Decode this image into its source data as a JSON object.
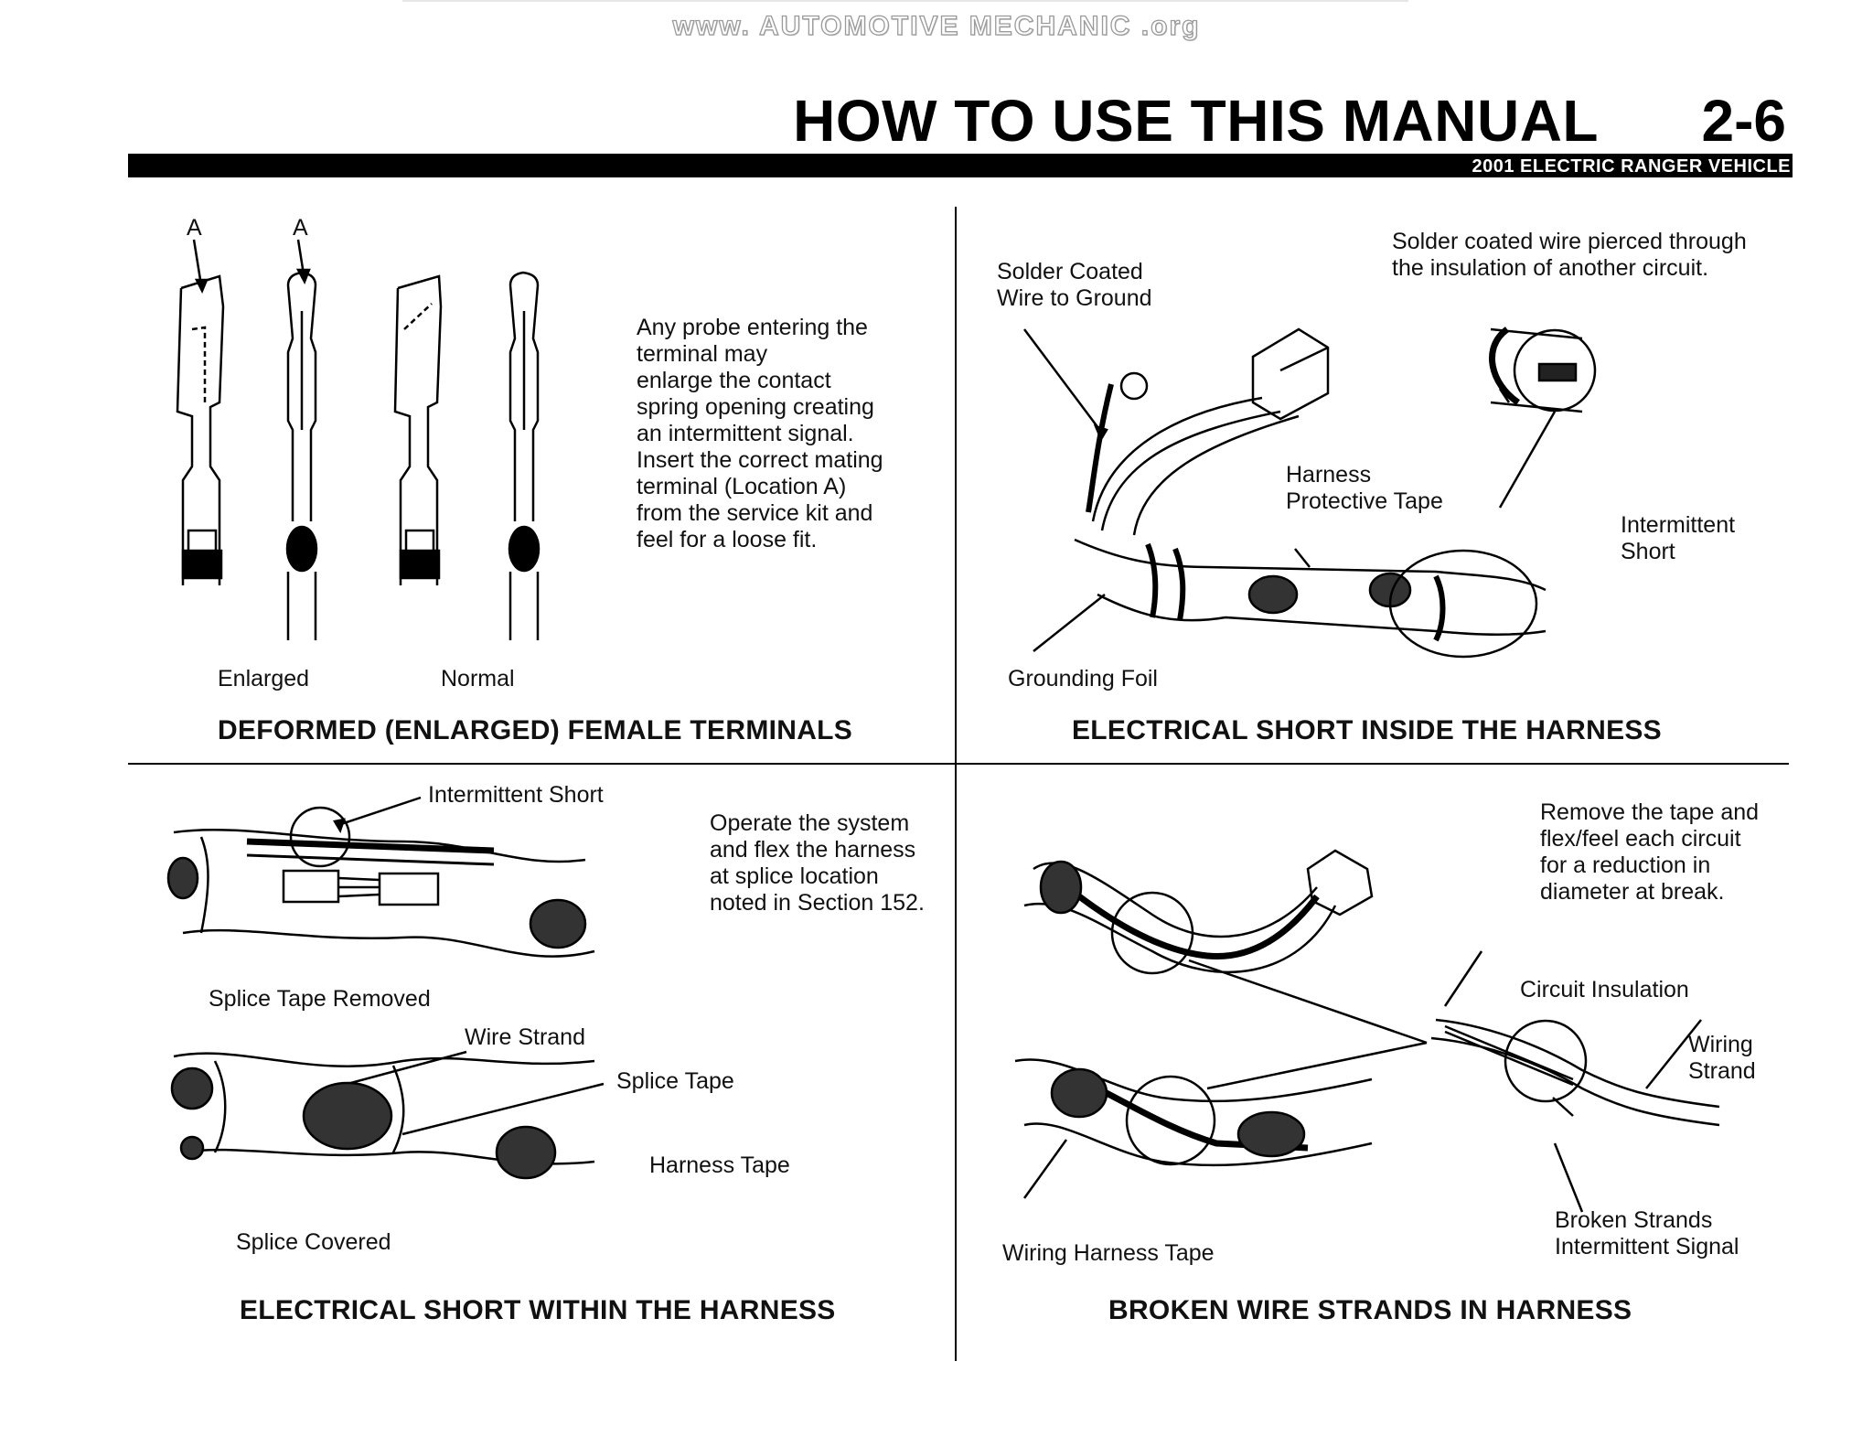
{
  "header": {
    "watermark": "www. AUTOMOTIVE MECHANIC .org",
    "title": "HOW TO USE THIS MANUAL",
    "page_number": "2-6",
    "subtitle": "2001 ELECTRIC RANGER VEHICLE"
  },
  "panels": {
    "deformed": {
      "title": "DEFORMED (ENLARGED) FEMALE TERMINALS",
      "label_a1": "A",
      "label_a2": "A",
      "label_enlarged": "Enlarged",
      "label_normal": "Normal",
      "description": "Any probe entering the\nterminal may\nenlarge the contact\nspring opening creating\nan intermittent signal.\nInsert the correct mating\nterminal (Location A)\nfrom the service kit and\nfeel for a loose fit."
    },
    "inside": {
      "title": "ELECTRICAL SHORT INSIDE THE HARNESS",
      "solder_coated_wire": "Solder Coated\nWire to Ground",
      "solder_pierced": "Solder coated wire pierced through\nthe insulation of another circuit.",
      "harness_protective_tape": "Harness\nProtective Tape",
      "intermittent_short": "Intermittent\nShort",
      "grounding_foil": "Grounding Foil"
    },
    "within": {
      "title": "ELECTRICAL SHORT WITHIN THE HARNESS",
      "intermittent_short": "Intermittent Short",
      "description": "Operate the system\nand flex the harness\nat splice location\nnoted in Section 152.",
      "splice_tape_removed": "Splice Tape Removed",
      "wire_strand": "Wire Strand",
      "splice_tape": "Splice Tape",
      "harness_tape": "Harness Tape",
      "splice_covered": "Splice Covered"
    },
    "broken": {
      "title": "BROKEN WIRE STRANDS IN HARNESS",
      "description": "Remove the tape and\nflex/feel each circuit\nfor a reduction in\ndiameter at break.",
      "circuit_insulation": "Circuit Insulation",
      "wiring_strand": "Wiring\nStrand",
      "wiring_harness_tape": "Wiring Harness Tape",
      "broken_strands": "Broken Strands\nIntermittent Signal"
    }
  }
}
